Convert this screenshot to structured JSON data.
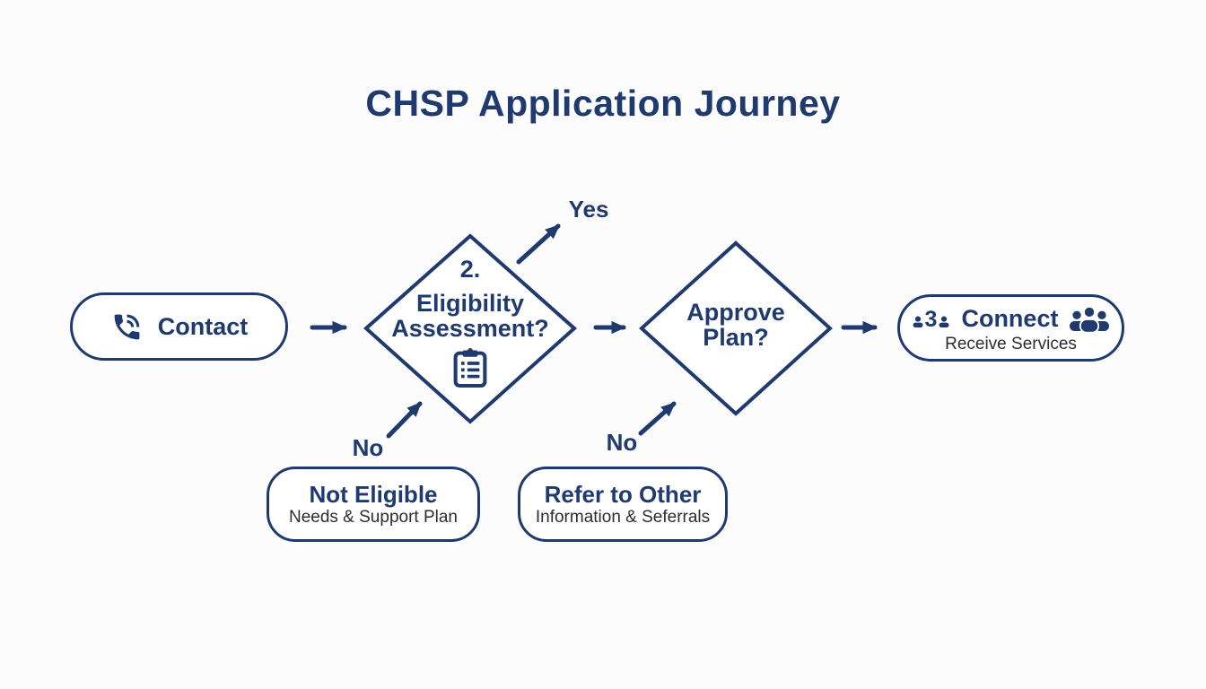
{
  "title": "CHSP Application Journey",
  "colors": {
    "navy": "#1e3a6e",
    "text_dark": "#2b2c34",
    "background": "#fcfcfc"
  },
  "nodes": {
    "contact": {
      "label": "Contact",
      "icon": "phone-icon"
    },
    "eligibility": {
      "step": "2.",
      "line1": "Eligibility",
      "line2": "Assessment?",
      "icon": "clipboard-icon"
    },
    "approve": {
      "line1": "Approve",
      "line2": "Plan?"
    },
    "connect": {
      "step": "3",
      "label": "Connect",
      "sublabel": "Receive Services",
      "icon_left": "step-3-people-icon",
      "icon_right": "people-group-icon"
    },
    "not_eligible": {
      "title": "Not Eligible",
      "subtitle": "Needs & Support Plan"
    },
    "refer": {
      "title": "Refer to Other",
      "subtitle": "Information & Seferrals"
    }
  },
  "edges": {
    "yes_label": "Yes",
    "no_eligibility_label": "No",
    "no_approve_label": "No"
  }
}
